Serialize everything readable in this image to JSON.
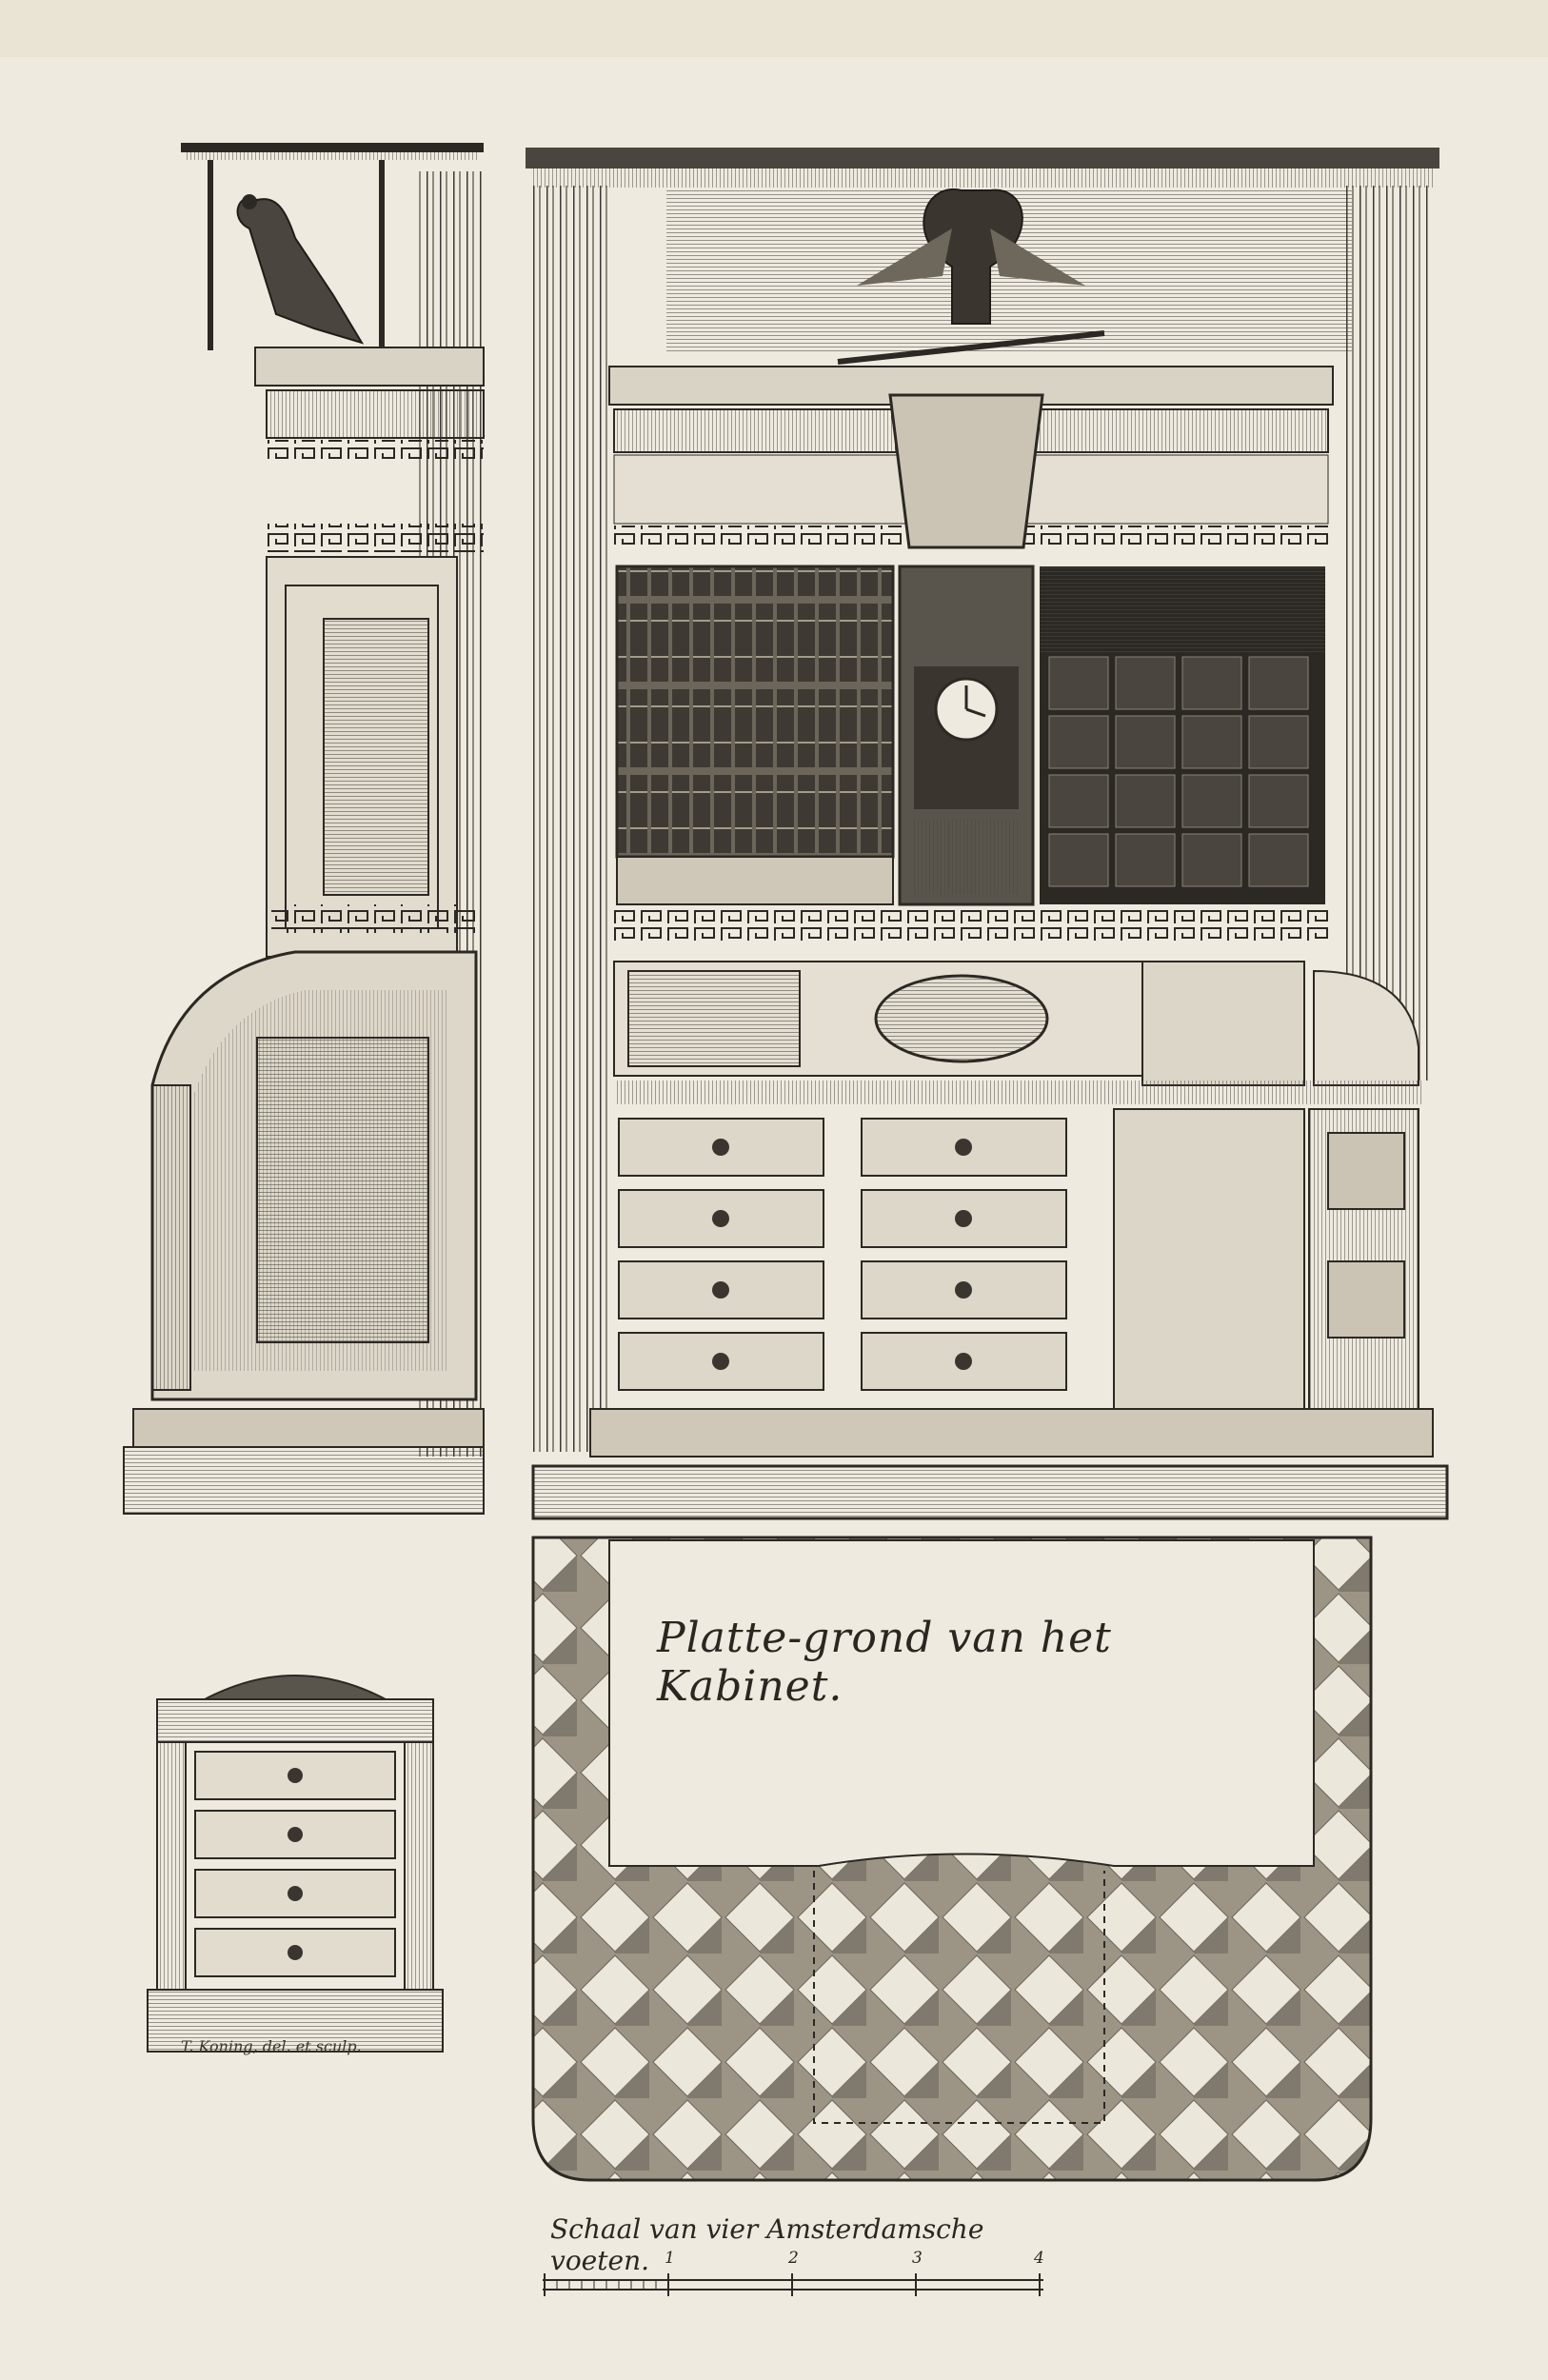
{
  "plan": {
    "title": "Platte-grond van het Kabinet."
  },
  "credit": {
    "signature": "T. Koning, del. et sculp."
  },
  "scale": {
    "caption": "Schaal van vier Amsterdamsche voeten.",
    "ticks": [
      "1",
      "2",
      "3",
      "4"
    ]
  },
  "colors": {
    "paper": "#efeadf",
    "ink": "#2c2823",
    "shade": "#5a554c",
    "light": "#b9b2a3"
  }
}
